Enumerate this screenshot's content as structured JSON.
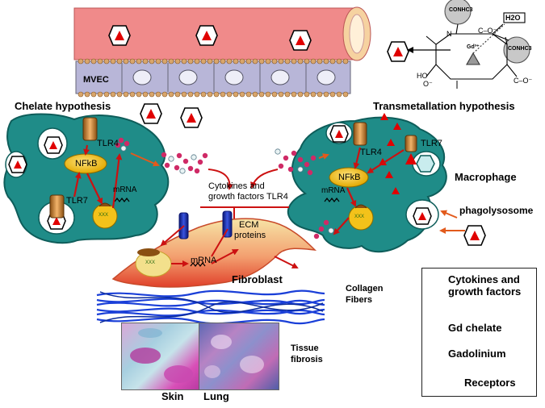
{
  "vessel": {
    "cell_label": "MVEC"
  },
  "hypotheses": {
    "chelate": "Chelate hypothesis",
    "transmetallation": "Transmetallation hypothesis"
  },
  "chelate_structure": {
    "conh_left": "CONHC3",
    "conh_right": "CONHC3",
    "water": "H2O",
    "metal": "Gd³⁺",
    "carboxyl_top": "C–O⁻",
    "carboxyl_left": "HO",
    "carboxyl_bottom_left": "O⁻",
    "carboxyl_bottom_right": "C–O⁻",
    "nitrogen": "N"
  },
  "left_cell": {
    "receptor_top": "TLR4",
    "receptor_bottom": "TLR7",
    "nucleus": "NFkB",
    "mrna": "mRNA"
  },
  "right_cell": {
    "receptor_top": "TLR4",
    "receptor_right": "TLR7",
    "nucleus": "NFkB",
    "mrna": "mRNA",
    "cell_type": "Macrophage",
    "vesicle": "phagolysosome"
  },
  "center": {
    "cytokines_line1": "Cytokines and",
    "cytokines_line2": "growth factors TLR4",
    "ecm_line1": "ECM",
    "ecm_line2": "proteins",
    "mrna": "mRNA",
    "fibroblast": "Fibroblast",
    "collagen_line1": "Collagen",
    "collagen_line2": "Fibers",
    "tissue_line1": "Tissue",
    "tissue_line2": "fibrosis",
    "skin": "Skin",
    "lung": "Lung",
    "dna_glyph": "XXX"
  },
  "legend": {
    "cytokines_line1": "Cytokines and",
    "cytokines_line2": "growth factors",
    "gd_chelate": "Gd chelate",
    "gadolinium": "Gadolinium",
    "receptors": "Receptors"
  },
  "colors": {
    "vessel": "#f08a8a",
    "cell": "#1f8c88",
    "cell_edge": "#0e5d5a",
    "arrow": "#cc1111",
    "nucleus": "#f3c21a",
    "receptor_blue": "#1a2fa8",
    "receptor_orange": "#c8843a",
    "collagen": "#1a3fd8"
  }
}
